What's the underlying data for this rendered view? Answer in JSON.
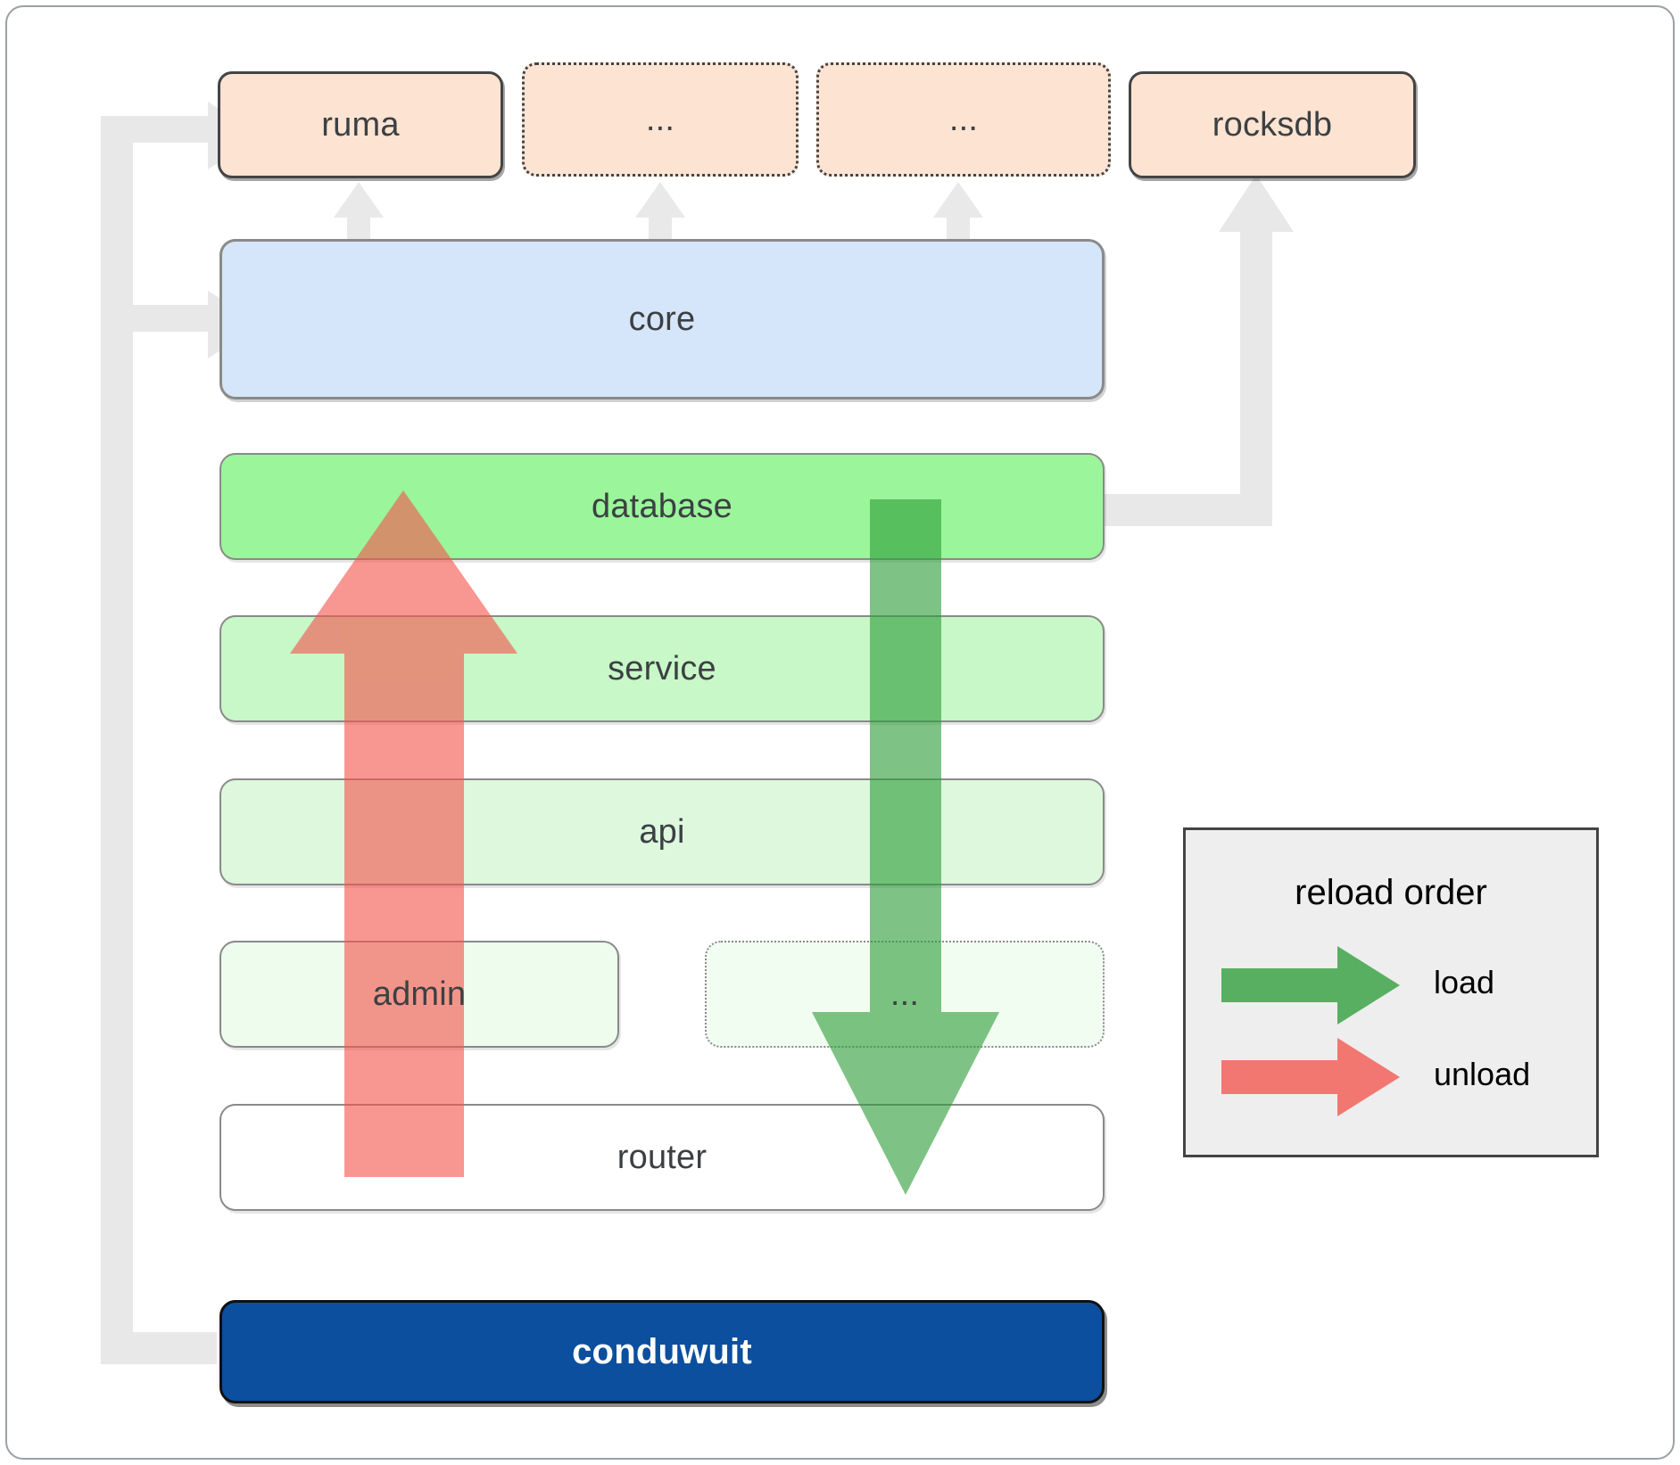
{
  "diagram": {
    "title_hidden": "",
    "dependencies": [
      {
        "id": "ruma",
        "label": "ruma",
        "style": "solid"
      },
      {
        "id": "dep-ellipsis-1",
        "label": "...",
        "style": "dotted"
      },
      {
        "id": "dep-ellipsis-2",
        "label": "...",
        "style": "dotted"
      },
      {
        "id": "rocksdb",
        "label": "rocksdb",
        "style": "solid"
      }
    ],
    "core": {
      "id": "core",
      "label": "core"
    },
    "layers": [
      {
        "id": "database",
        "label": "database",
        "style": "solid"
      },
      {
        "id": "service",
        "label": "service",
        "style": "solid"
      },
      {
        "id": "api",
        "label": "api",
        "style": "solid"
      }
    ],
    "bottom_row": [
      {
        "id": "admin",
        "label": "admin",
        "style": "solid"
      },
      {
        "id": "layer-ellipsis",
        "label": "...",
        "style": "dotted"
      }
    ],
    "router": {
      "id": "router",
      "label": "router"
    },
    "app": {
      "id": "conduwuit",
      "label": "conduwuit"
    }
  },
  "legend": {
    "title": "reload order",
    "entries": [
      {
        "id": "load",
        "label": "load",
        "color": "#5cb071"
      },
      {
        "id": "unload",
        "label": "unload",
        "color": "#fa8a8a"
      }
    ]
  },
  "colors": {
    "dependency_fill": "#fde3d2",
    "core_fill": "#d5e6fa",
    "database_fill": "#9bf59b",
    "service_fill": "#c8f7c8",
    "api_fill": "#ddf8dd",
    "admin_fill": "#edfced",
    "router_fill": "#ffffff",
    "app_fill": "#0b4f9e",
    "connector": "#e8e8e8",
    "load_arrow": "#5cb071",
    "unload_arrow": "#fa8a8a",
    "legend_bg": "#eeeeee",
    "frame_border": "#9aa0a6"
  }
}
